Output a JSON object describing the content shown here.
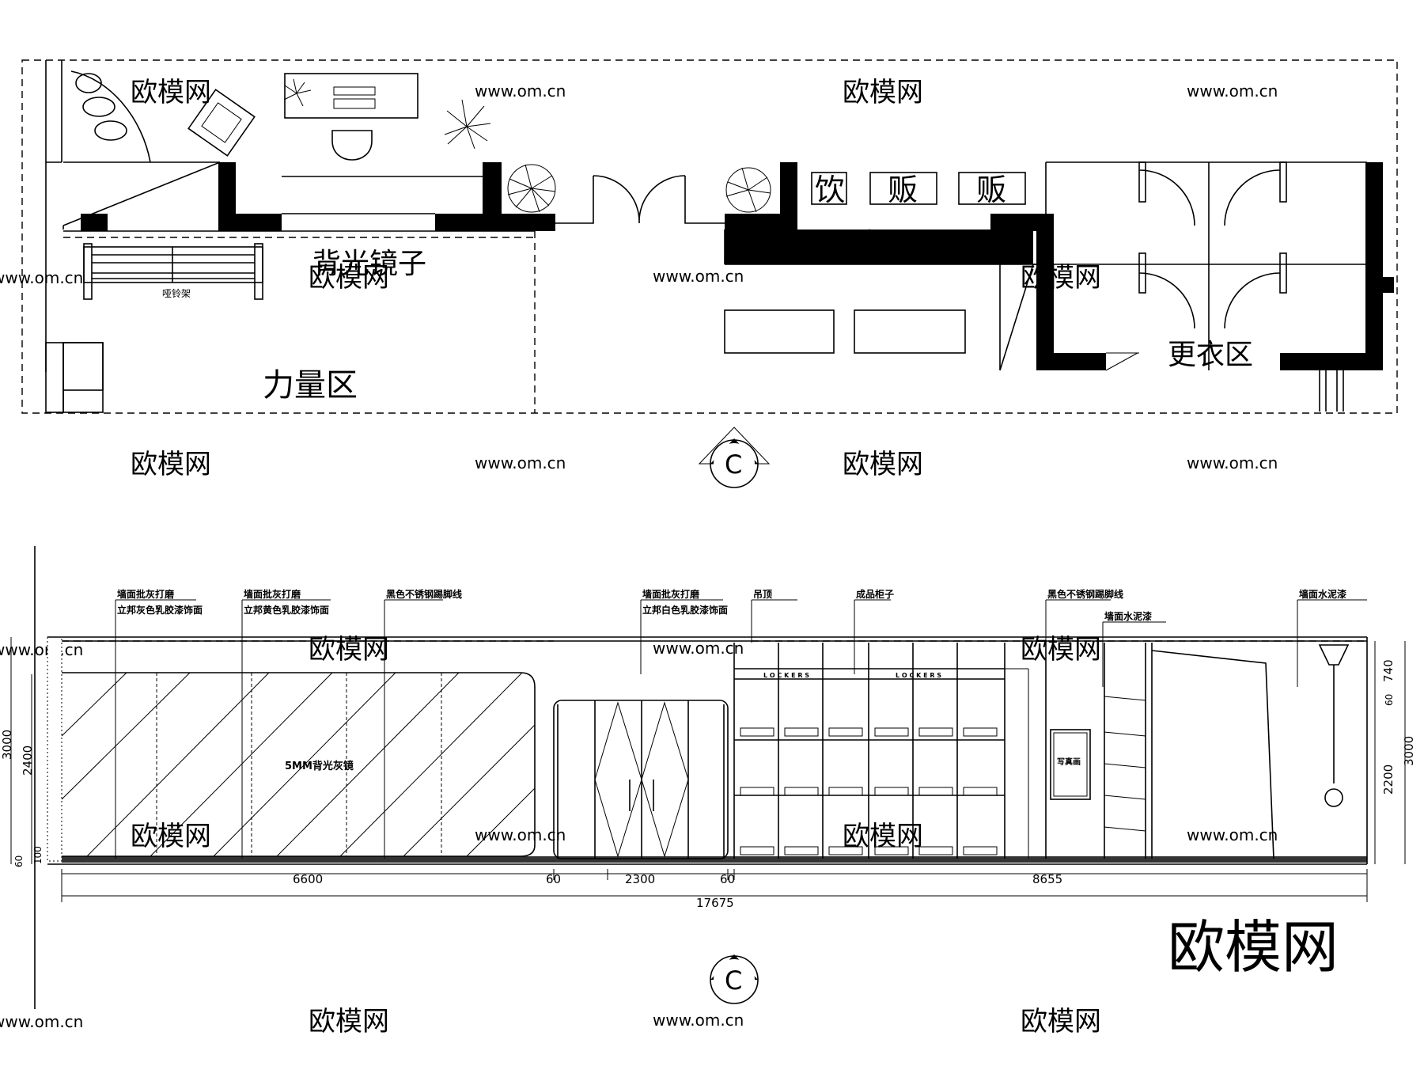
{
  "plan": {
    "mirror_label": "背光镜子",
    "dumbbell_label": "哑铃架",
    "power_zone_label": "力量区",
    "changing_zone_label": "更衣区",
    "vending_labels": [
      "饮",
      "贩",
      "贩"
    ],
    "section_marker": "C"
  },
  "elevation": {
    "notes": [
      {
        "line1": "墙面批灰打磨",
        "line2": "立邦灰色乳胶漆饰面"
      },
      {
        "line1": "墙面批灰打磨",
        "line2": "立邦黄色乳胶漆饰面"
      },
      {
        "line1": "黑色不锈钢踢脚线",
        "line2": ""
      },
      {
        "line1": "墙面批灰打磨",
        "line2": "立邦白色乳胶漆饰面"
      },
      {
        "line1": "吊顶",
        "line2": ""
      },
      {
        "line1": "成品柜子",
        "line2": ""
      },
      {
        "line1": "黑色不锈钢踢脚线",
        "line2": ""
      },
      {
        "line1": "墙面水泥漆",
        "line2": ""
      },
      {
        "line1": "墙面水泥漆",
        "line2": ""
      }
    ],
    "mirror_label": "5MM背光灰镜",
    "lockers_text": "L O C K E R S",
    "photo_wall_label": "写真画",
    "dims_bottom": [
      "6600",
      "60",
      "2300",
      "60",
      "8655"
    ],
    "dim_total": "17675",
    "dims_left": [
      "3000",
      "2400",
      "60",
      "100"
    ],
    "dims_right": [
      "740",
      "60",
      "2200",
      "3000"
    ],
    "section_marker": "C"
  },
  "watermarks": {
    "brand": "欧模网",
    "url": "www.om.cn",
    "big_logo": "欧模网"
  },
  "colors": {
    "line": "#000000",
    "watermark": "#cfcfcf",
    "background": "#ffffff"
  }
}
